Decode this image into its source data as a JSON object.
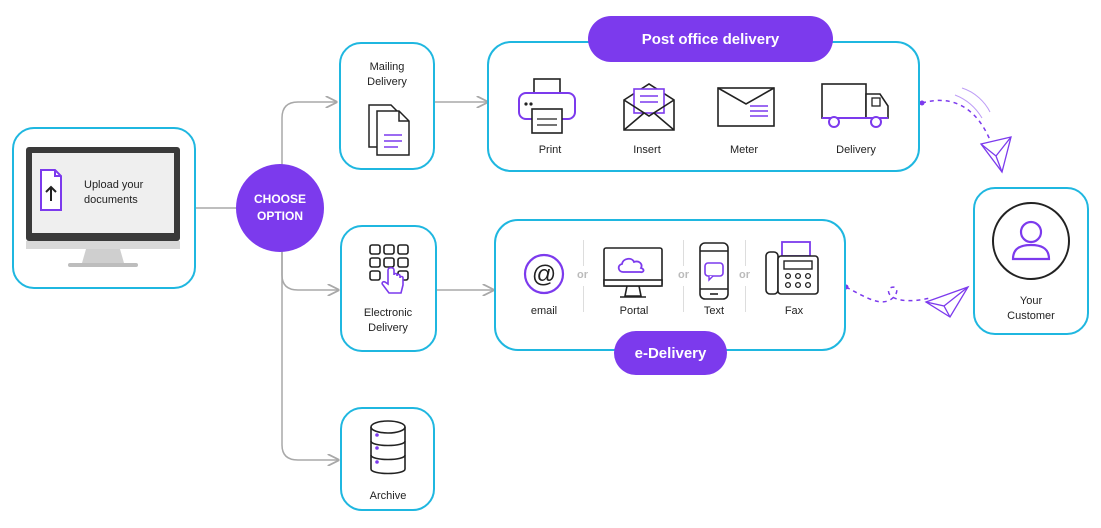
{
  "colors": {
    "accent": "#7c3aed",
    "border": "#1fb7e0",
    "line": "#a8a8a8",
    "text": "#222222"
  },
  "source": {
    "label": "Upload your documents"
  },
  "choose": {
    "label": "CHOOSE OPTION"
  },
  "options": {
    "mailing": {
      "label": "Mailing Delivery"
    },
    "electronic": {
      "label": "Electronic Delivery"
    },
    "archive": {
      "label": "Archive"
    }
  },
  "post_office": {
    "title": "Post office delivery",
    "steps": [
      "Print",
      "Insert",
      "Meter",
      "Delivery"
    ]
  },
  "e_delivery": {
    "title": "e-Delivery",
    "channels": [
      "email",
      "Portal",
      "Text",
      "Fax"
    ],
    "separator": "or"
  },
  "customer": {
    "label": "Your Customer"
  }
}
